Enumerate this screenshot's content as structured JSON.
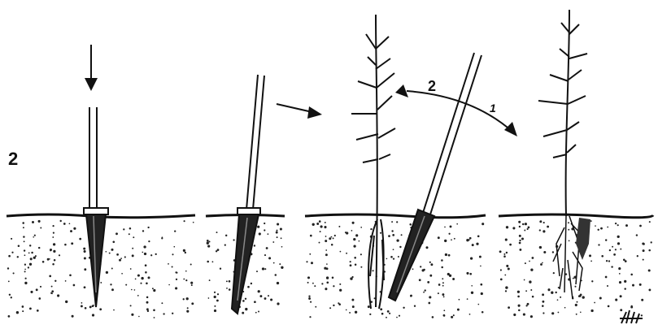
{
  "figure": {
    "step_number": "2",
    "arrow_labels": {
      "back": "2",
      "forward": "1"
    },
    "colors": {
      "ink": "#111111",
      "paper": "#ffffff"
    },
    "panels": [
      {
        "name": "dibble-insertion",
        "icon": "vertical-dibble-with-down-arrow"
      },
      {
        "name": "dibble-tilted",
        "icon": "tilted-dibble-in-soil"
      },
      {
        "name": "seedling-planting",
        "icon": "seedling-beside-angled-dibble"
      },
      {
        "name": "planted-seedling",
        "icon": "seedling-with-roots-in-soil"
      }
    ]
  }
}
